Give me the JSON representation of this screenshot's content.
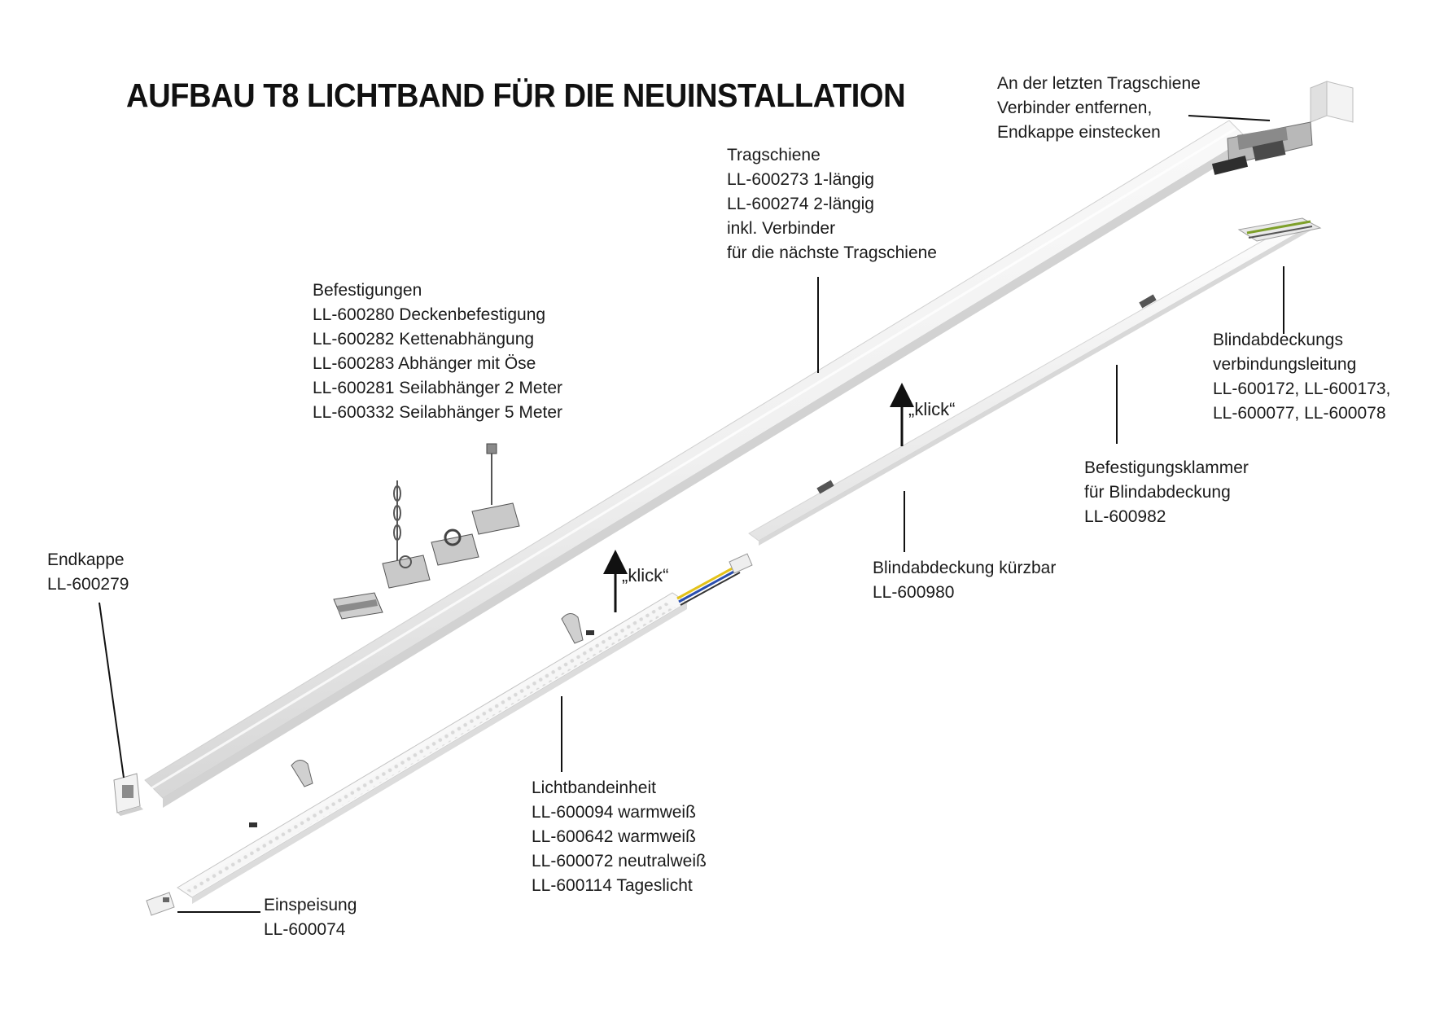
{
  "title": "AUFBAU T8 LICHTBAND FÜR DIE NEUINSTALLATION",
  "callouts": {
    "last_rail": [
      "An der letzten Tragschiene",
      "Verbinder entfernen,",
      "Endkappe einstecken"
    ],
    "tragschiene": [
      "Tragschiene",
      "LL-600273 1-längig",
      "LL-600274 2-längig",
      "inkl. Verbinder",
      "für die nächste Tragschiene"
    ],
    "befestigungen": [
      "Befestigungen",
      "LL-600280 Deckenbefestigung",
      "LL-600282 Kettenabhängung",
      "LL-600283 Abhänger mit Öse",
      "LL-600281 Seilabhänger 2 Meter",
      "LL-600332 Seilabhänger 5 Meter"
    ],
    "blindabdeckungs_leitung": [
      "Blindabdeckungs",
      "verbindungsleitung",
      "LL-600172, LL-600173,",
      "LL-600077, LL-600078"
    ],
    "befestigungsklammer": [
      "Befestigungsklammer",
      "für Blindabdeckung",
      "LL-600982"
    ],
    "endkappe": [
      "Endkappe",
      "LL-600279"
    ],
    "blindabdeckung": [
      "Blindabdeckung kürzbar",
      "LL-600980"
    ],
    "lichtbandeinheit": [
      "Lichtbandeinheit",
      "LL-600094 warmweiß",
      "LL-600642 warmweiß",
      "LL-600072 neutralweiß",
      "LL-600114 Tageslicht"
    ],
    "einspeisung": [
      "Einspeisung",
      "LL-600074"
    ]
  },
  "klick_label": "„klick“",
  "colors": {
    "text": "#1a1a1a",
    "rail_light": "#f4f4f4",
    "rail_shadow": "#c9c9c9",
    "metal": "#9a9a9a",
    "wire_yellow": "#e3c21a",
    "wire_blue": "#2a4fb0"
  }
}
